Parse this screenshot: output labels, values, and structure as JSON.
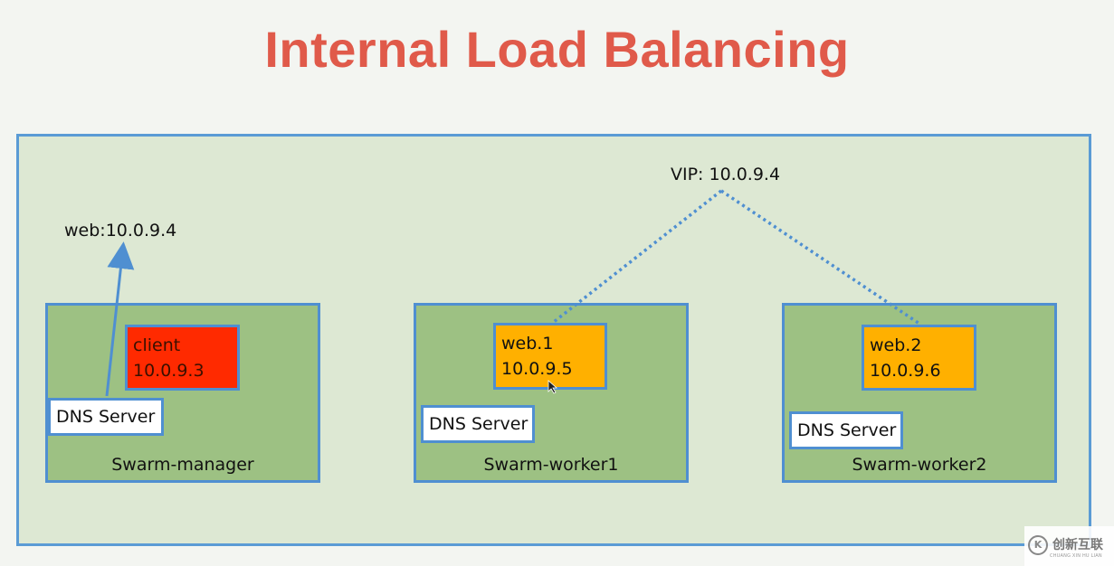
{
  "title": "Internal Load Balancing",
  "labels": {
    "web_query": "web:10.0.9.4",
    "vip": "VIP: 10.0.9.4"
  },
  "nodes": [
    {
      "name": "Swarm-manager",
      "dns": "DNS Server",
      "task_name": "client",
      "task_ip": "10.0.9.3"
    },
    {
      "name": "Swarm-worker1",
      "dns": "DNS Server",
      "task_name": "web.1",
      "task_ip": "10.0.9.5"
    },
    {
      "name": "Swarm-worker2",
      "dns": "DNS Server",
      "task_name": "web.2",
      "task_ip": "10.0.9.6"
    }
  ],
  "watermark": {
    "logo": "K",
    "text": "创新互联",
    "sub": "CHUANG XIN HU LIAN"
  },
  "colors": {
    "title": "#e05a4a",
    "overlay_bg": "#dde8d3",
    "node_bg": "#9dc183",
    "border": "#4f8fd1",
    "client": "#ff2a00",
    "web": "#ffb000"
  }
}
